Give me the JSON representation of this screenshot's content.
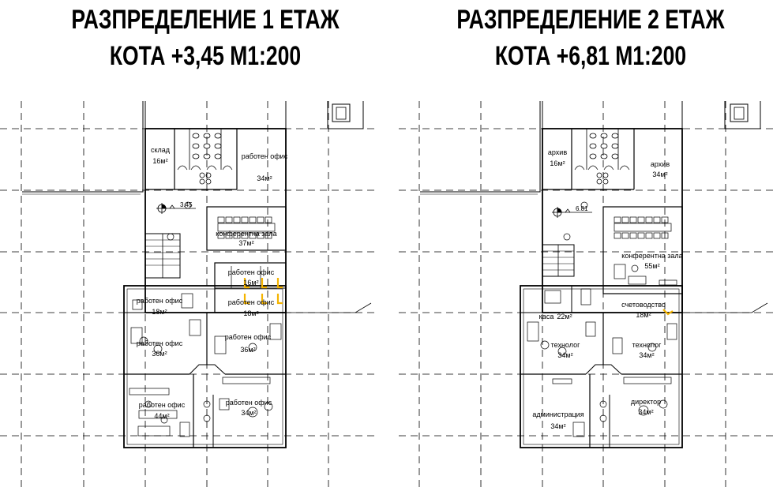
{
  "plans": [
    {
      "title_line1": "РАЗПРЕДЕЛЕНИЕ 1 ЕТАЖ",
      "title_line2": "КОТА +3,45  М1:200",
      "level_mark": "3.45",
      "rooms": [
        {
          "label": "склад",
          "area": "16м²"
        },
        {
          "label": "работен офис",
          "area": "34м²"
        },
        {
          "label": "конферентна зала",
          "area": "37м²"
        },
        {
          "label": "работен офис",
          "area": "16м²"
        },
        {
          "label": "работен офис",
          "area": "18м²"
        },
        {
          "label": "работен офис",
          "area": "18м²"
        },
        {
          "label": "работен офис",
          "area": "36м²"
        },
        {
          "label": "работен офис",
          "area": "36м²"
        },
        {
          "label": "работен офис",
          "area": "44м²"
        },
        {
          "label": "работен офис",
          "area": "34м²"
        }
      ]
    },
    {
      "title_line1": "РАЗПРЕДЕЛЕНИЕ 2 ЕТАЖ",
      "title_line2": "КОТА +6,81  М1:200",
      "level_mark": "6.81",
      "rooms": [
        {
          "label": "архив",
          "area": "16м²"
        },
        {
          "label": "архив",
          "area": "34м²"
        },
        {
          "label": "конферентна зала",
          "area": "55м²"
        },
        {
          "label": "каса",
          "area": "22м²"
        },
        {
          "label": "счетоводство",
          "area": "18м²"
        },
        {
          "label": "технолог",
          "area": "34м²"
        },
        {
          "label": "технолог",
          "area": "34м²"
        },
        {
          "label": "администрация",
          "area": "34м²"
        },
        {
          "label": "директор",
          "area": "34м²"
        }
      ]
    }
  ],
  "colors": {
    "line": "#000000",
    "highlight": "#f5b400"
  }
}
